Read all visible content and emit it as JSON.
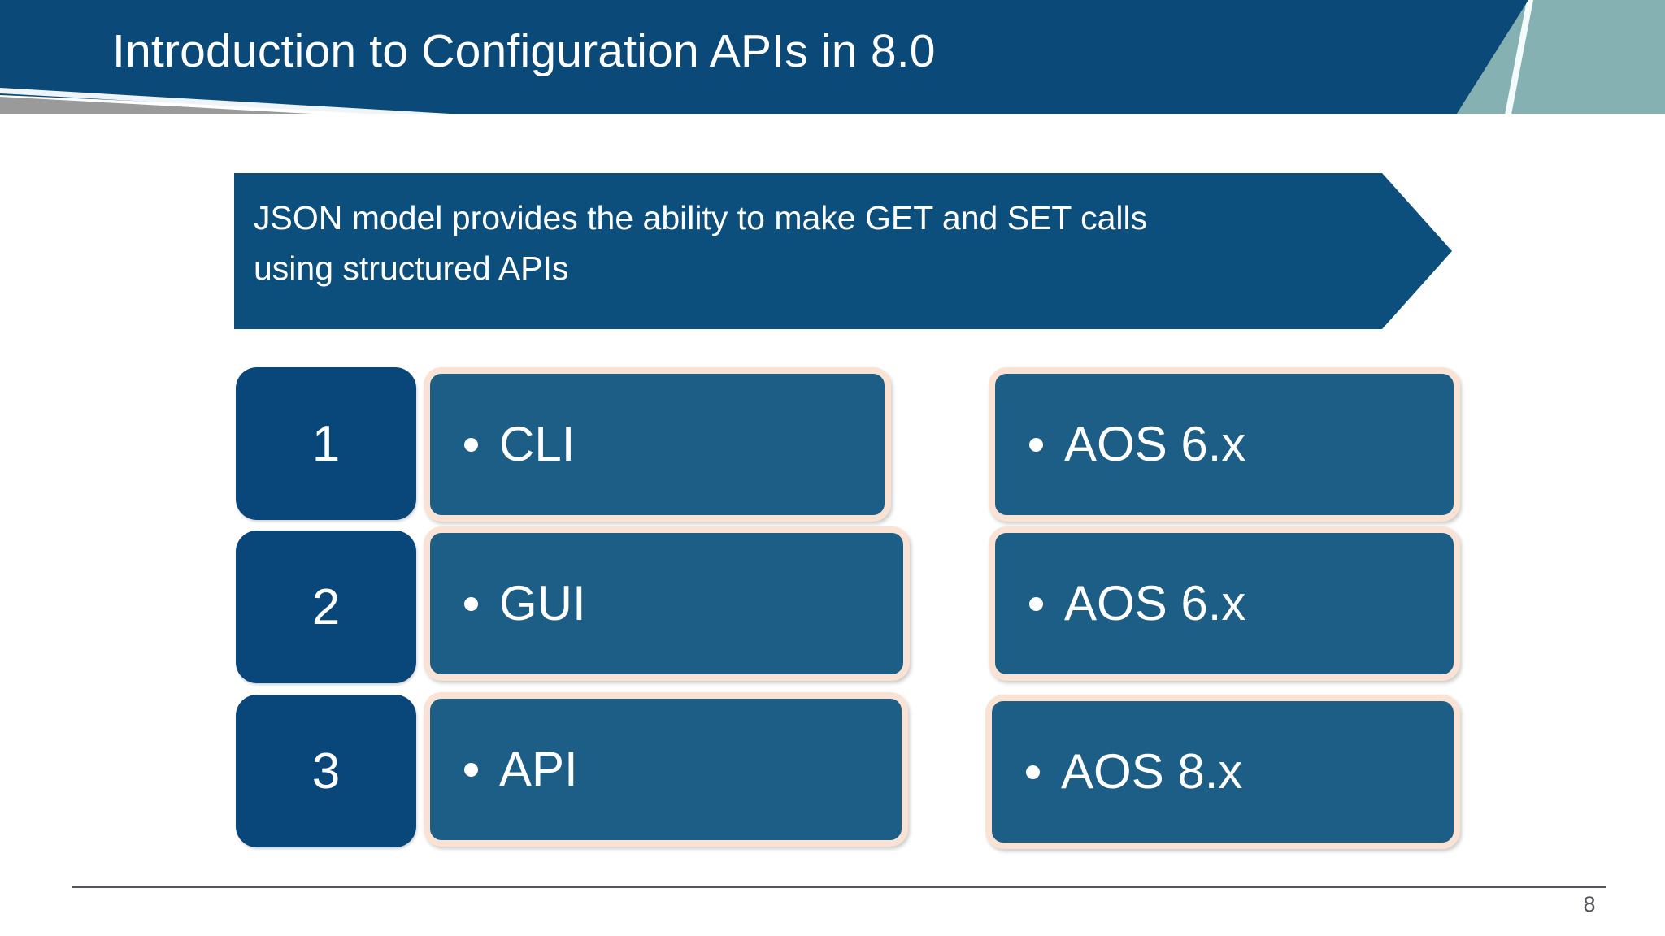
{
  "slide": {
    "title": "Introduction to Configuration APIs in 8.0",
    "page_number": "8",
    "colors": {
      "header_navy": "#0b4a78",
      "header_teal": "#85b1b3",
      "header_gray": "#9b9a9b",
      "banner_navy": "#0d4f7c",
      "number_box_navy": "#09477a",
      "content_box_blue": "#1d5e87",
      "content_box_border": "#fae3d4",
      "footer_rule": "#56525a",
      "text_white": "#ffffff"
    }
  },
  "banner": {
    "lines": [
      "JSON model provides the ability to make GET and SET calls",
      "using structured APIs"
    ]
  },
  "matrix": {
    "rows": [
      {
        "number": "1",
        "method": "CLI",
        "version": "AOS 6.x"
      },
      {
        "number": "2",
        "method": "GUI",
        "version": "AOS 6.x"
      },
      {
        "number": "3",
        "method": "API",
        "version": "AOS 8.x"
      }
    ]
  },
  "icons": {
    "bullet": "bullet-dot-icon"
  }
}
